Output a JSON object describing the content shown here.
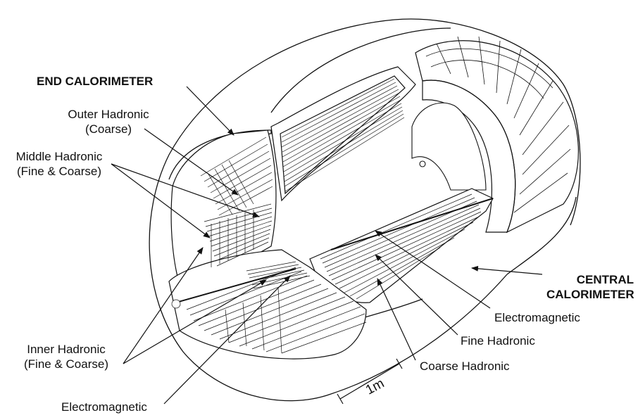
{
  "labels": {
    "end_calorimeter": "END CALORIMETER",
    "outer_hadronic_1": "Outer Hadronic",
    "outer_hadronic_2": "(Coarse)",
    "middle_hadronic_1": "Middle Hadronic",
    "middle_hadronic_2": "(Fine & Coarse)",
    "inner_hadronic_1": "Inner Hadronic",
    "inner_hadronic_2": "(Fine & Coarse)",
    "electromagnetic_end": "Electromagnetic",
    "central_calorimeter_1": "CENTRAL",
    "central_calorimeter_2": "CALORIMETER",
    "electromagnetic_central": "Electromagnetic",
    "fine_hadronic": "Fine Hadronic",
    "coarse_hadronic": "Coarse Hadronic",
    "scale": "1m"
  },
  "colors": {
    "line": "#111111",
    "fill": "#ffffff"
  }
}
